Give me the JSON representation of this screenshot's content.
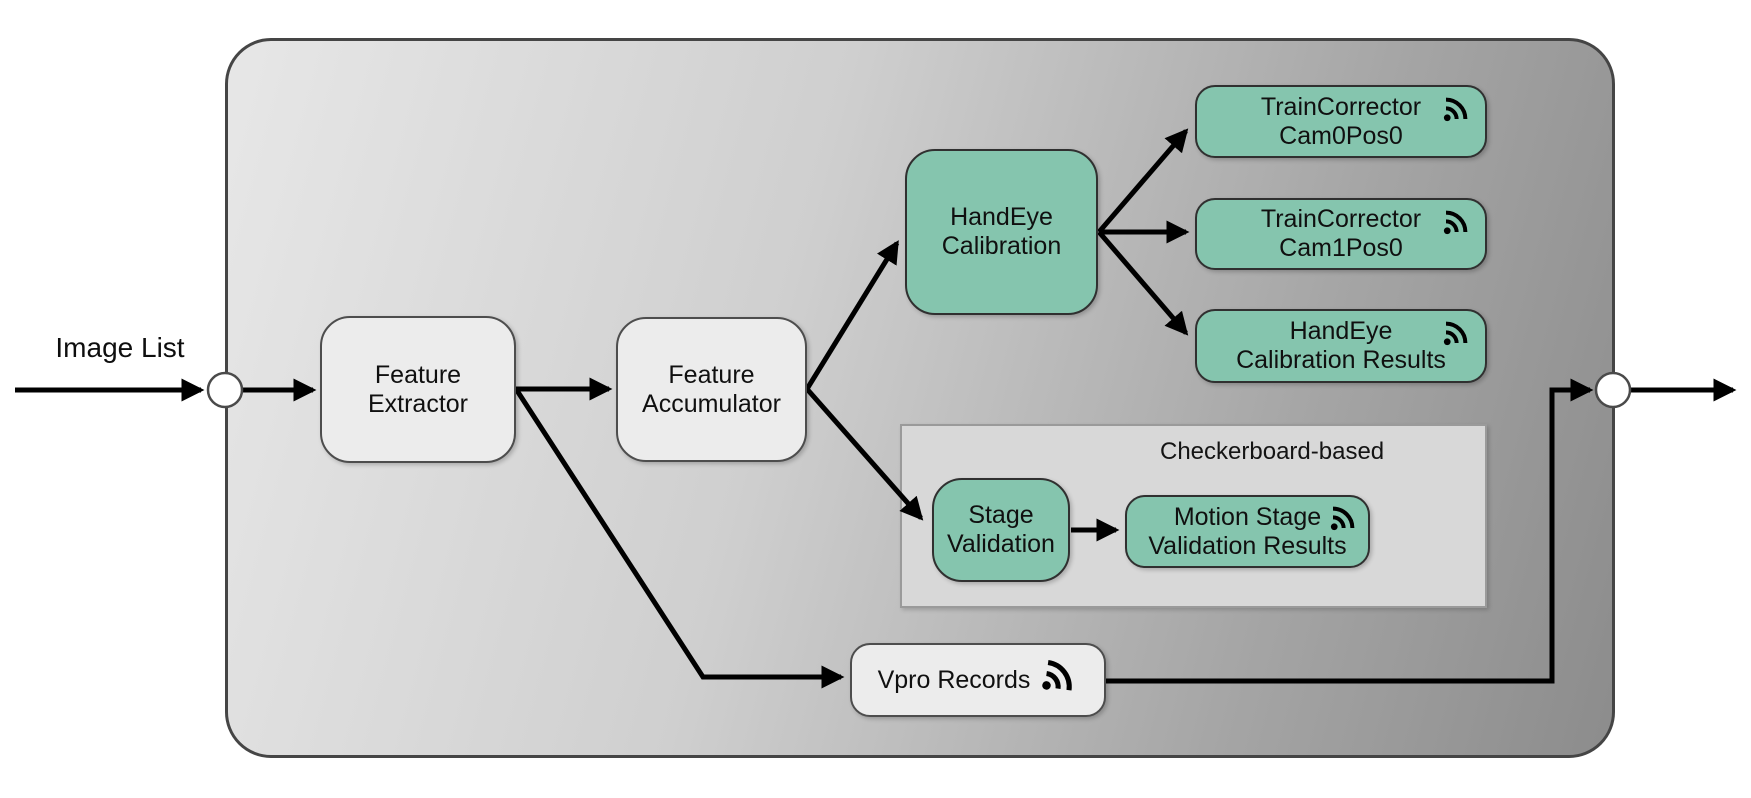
{
  "diagram": {
    "input": {
      "label": "Image List"
    },
    "group": {
      "label": "Checkerboard-based"
    },
    "nodes": {
      "feature_extractor": {
        "label": "Feature\nExtractor",
        "type": "processor"
      },
      "feature_accumulator": {
        "label": "Feature\nAccumulator",
        "type": "processor"
      },
      "handeye_calibration": {
        "label": "HandEye\nCalibration",
        "type": "calibration-step"
      },
      "train_corrector_cam0pos0": {
        "label": "TrainCorrector\nCam0Pos0",
        "type": "output",
        "icon": "rss-icon"
      },
      "train_corrector_cam1pos0": {
        "label": "TrainCorrector\nCam1Pos0",
        "type": "output",
        "icon": "rss-icon"
      },
      "handeye_calibration_results": {
        "label": "HandEye\nCalibration Results",
        "type": "output",
        "icon": "rss-icon"
      },
      "stage_validation": {
        "label": "Stage\nValidation",
        "type": "calibration-step"
      },
      "motion_stage_validation_results": {
        "label": "Motion Stage\nValidation Results",
        "type": "output",
        "icon": "rss-icon"
      },
      "vpro_records": {
        "label": "Vpro Records",
        "type": "output",
        "icon": "rss-icon"
      }
    },
    "colors": {
      "node_teal": "#85c5ae",
      "node_gray": "#ececec",
      "group_fill": "#d8d8d8",
      "container_gradient_start": "#e7e7e7",
      "container_gradient_end": "#8c8c8c",
      "connector": "#000000"
    }
  }
}
